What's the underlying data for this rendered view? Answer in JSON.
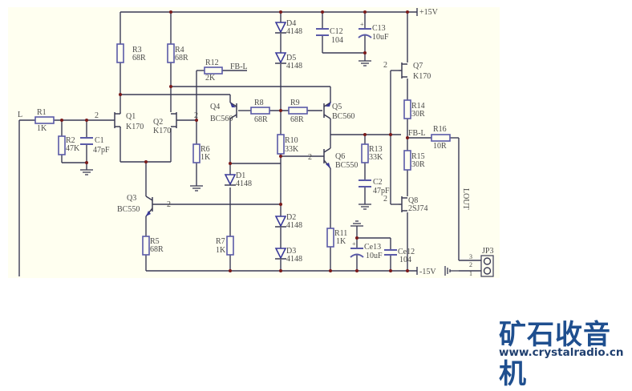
{
  "diagram": {
    "title": "Headphone amplifier schematic (left channel)",
    "input_label": "L",
    "rails": {
      "positive": "+15V",
      "negative": "-15V"
    },
    "feedback_labels": [
      "FB-L",
      "FB-L"
    ],
    "output_label": "LOUT",
    "connector": {
      "ref": "JP3",
      "pins": [
        "3",
        "2",
        "1"
      ]
    },
    "components": {
      "R1": {
        "ref": "R1",
        "value": "1K"
      },
      "R2": {
        "ref": "R2",
        "value": "47K"
      },
      "R3": {
        "ref": "R3",
        "value": "68R"
      },
      "R4": {
        "ref": "R4",
        "value": "68R"
      },
      "R5": {
        "ref": "R5",
        "value": "68R"
      },
      "R6": {
        "ref": "R6",
        "value": "1K"
      },
      "R7": {
        "ref": "R7",
        "value": "1K"
      },
      "R8": {
        "ref": "R8",
        "value": "68R"
      },
      "R9": {
        "ref": "R9",
        "value": "68R"
      },
      "R10": {
        "ref": "R10",
        "value": "33K"
      },
      "R11": {
        "ref": "R11",
        "value": "1K"
      },
      "R12": {
        "ref": "R12",
        "value": "2K"
      },
      "R13": {
        "ref": "R13",
        "value": "33K"
      },
      "R14": {
        "ref": "R14",
        "value": "30R"
      },
      "R15": {
        "ref": "R15",
        "value": "30R"
      },
      "R16": {
        "ref": "R16",
        "value": "10R"
      },
      "C1": {
        "ref": "C1",
        "value": "47pF"
      },
      "C2": {
        "ref": "C2",
        "value": "47pF"
      },
      "C12": {
        "ref": "C12",
        "value": "104"
      },
      "C13": {
        "ref": "C13",
        "value": "10uF"
      },
      "Ce13": {
        "ref": "Ce13",
        "value": "10uF"
      },
      "Ce12": {
        "ref": "Ce12",
        "value": "104"
      },
      "D1": {
        "ref": "D1",
        "value": "4148"
      },
      "D2": {
        "ref": "D2",
        "value": "4148"
      },
      "D3": {
        "ref": "D3",
        "value": "4148"
      },
      "D4": {
        "ref": "D4",
        "value": "4148"
      },
      "D5": {
        "ref": "D5",
        "value": "4148"
      },
      "Q1": {
        "ref": "Q1",
        "value": "K170"
      },
      "Q2": {
        "ref": "Q2",
        "value": "K170"
      },
      "Q3": {
        "ref": "Q3",
        "value": "BC550"
      },
      "Q4": {
        "ref": "Q4",
        "value": "BC560"
      },
      "Q5": {
        "ref": "Q5",
        "value": "BC560"
      },
      "Q6": {
        "ref": "Q6",
        "value": "BC550"
      },
      "Q7": {
        "ref": "Q7",
        "value": "K170"
      },
      "Q8": {
        "ref": "Q8",
        "value": "2SJ74"
      }
    },
    "pin_numbers": {
      "two": "2"
    }
  },
  "watermark": {
    "brand_cn": "矿石收音机",
    "url": "www.crystalradio.cn"
  }
}
